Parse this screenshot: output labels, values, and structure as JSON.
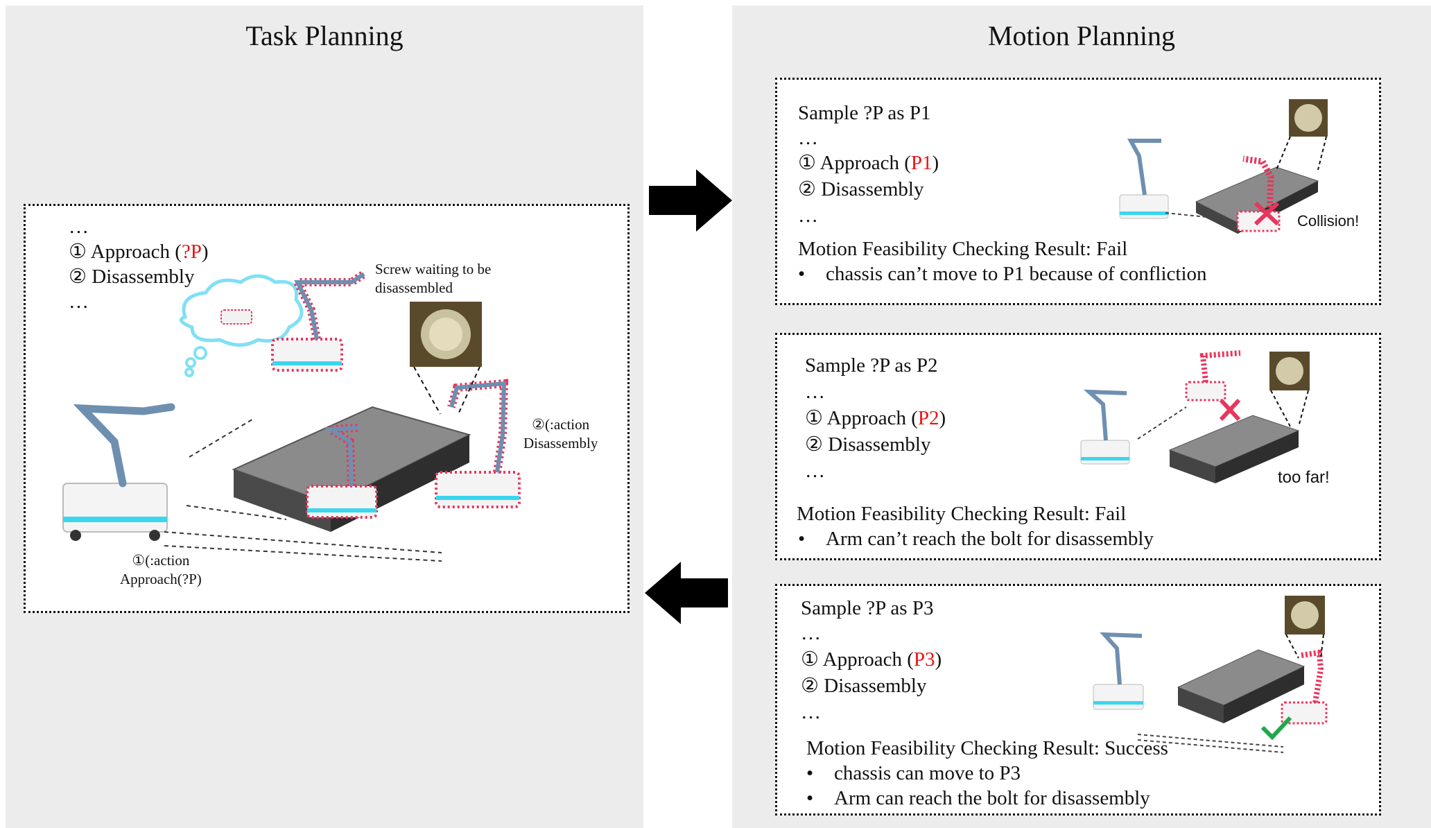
{
  "task_planning": {
    "title": "Task Planning",
    "plan": {
      "ellipsis": "…",
      "step1_prefix": "① Approach (",
      "step1_param": "?P",
      "step1_suffix": ")",
      "step2": "② Disassembly"
    },
    "screw_caption_line1": "Screw waiting to be",
    "screw_caption_line2": "disassembled",
    "action2_line1": "②(:action",
    "action2_line2": "Disassembly",
    "action1_line1": "①(:action",
    "action1_line2": "Approach(?P)"
  },
  "motion_planning": {
    "title": "Motion Planning",
    "samples": [
      {
        "heading": "Sample ?P as P1",
        "ellipsis": "…",
        "step1_prefix": "① Approach (",
        "param": "P1",
        "step1_suffix": ")",
        "step2": "② Disassembly",
        "result": "Motion Feasibility Checking Result: Fail",
        "bullets": [
          "chassis can’t move to P1 because of confliction"
        ],
        "callout": "Collision!"
      },
      {
        "heading": "Sample ?P as P2",
        "ellipsis": "…",
        "step1_prefix": "① Approach (",
        "param": "P2",
        "step1_suffix": ")",
        "step2": "② Disassembly",
        "result": "Motion Feasibility Checking Result: Fail",
        "bullets": [
          "Arm can’t reach the bolt for disassembly"
        ],
        "callout": "too far!"
      },
      {
        "heading": "Sample ?P as P3",
        "ellipsis": "…",
        "step1_prefix": "① Approach (",
        "param": "P3",
        "step1_suffix": ")",
        "step2": "② Disassembly",
        "result": "Motion Feasibility Checking Result: Success",
        "bullets": [
          "chassis can move to P3",
          "Arm can reach the bolt for disassembly"
        ],
        "callout": ""
      }
    ]
  },
  "bullet_glyph": "•",
  "colors": {
    "panel_bg": "#ececec",
    "highlight_red": "#e11111",
    "fail_mark": "#e8365d",
    "success_mark": "#22a84a",
    "robot_cyan": "#3ad6ee"
  }
}
